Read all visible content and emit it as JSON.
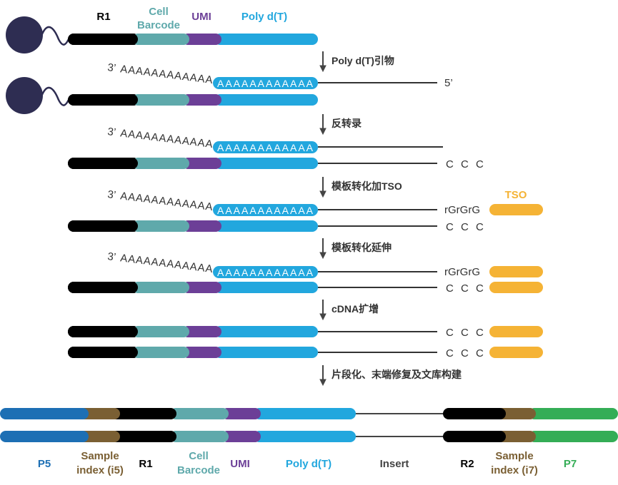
{
  "colors": {
    "bead": "#2e2d52",
    "r1": "#000000",
    "barcode": "#5fa9ab",
    "umi": "#6c3f97",
    "polyT": "#22a7de",
    "tso": "#f5b335",
    "p5": "#1d6fb4",
    "index": "#7a5f33",
    "p7": "#34ad56"
  },
  "top_labels": {
    "r1": "R1",
    "cell": "Cell",
    "barcode": "Barcode",
    "umi": "UMI",
    "polyT": "Poly d(T)"
  },
  "steps": [
    "Poly d(T)引物",
    "反转录",
    "模板转化加TSO",
    "模板转化延伸",
    "cDNA扩增",
    "片段化、末端修复及文库构建"
  ],
  "seq": {
    "three_prime": "3’",
    "a_tail": "AAAAAAAAAAAA",
    "five_prime": "5’",
    "ccc": "C C C",
    "rgrgrg": "rGrGrG",
    "tso": "TSO"
  },
  "bottom_labels": {
    "p5": "P5",
    "sample": "Sample",
    "index_i5": "index (i5)",
    "r1": "R1",
    "cell": "Cell",
    "barcode": "Barcode",
    "umi": "UMI",
    "polyT": "Poly d(T)",
    "insert": "Insert",
    "r2": "R2",
    "index_i7": "index (i7)",
    "p7": "P7"
  }
}
